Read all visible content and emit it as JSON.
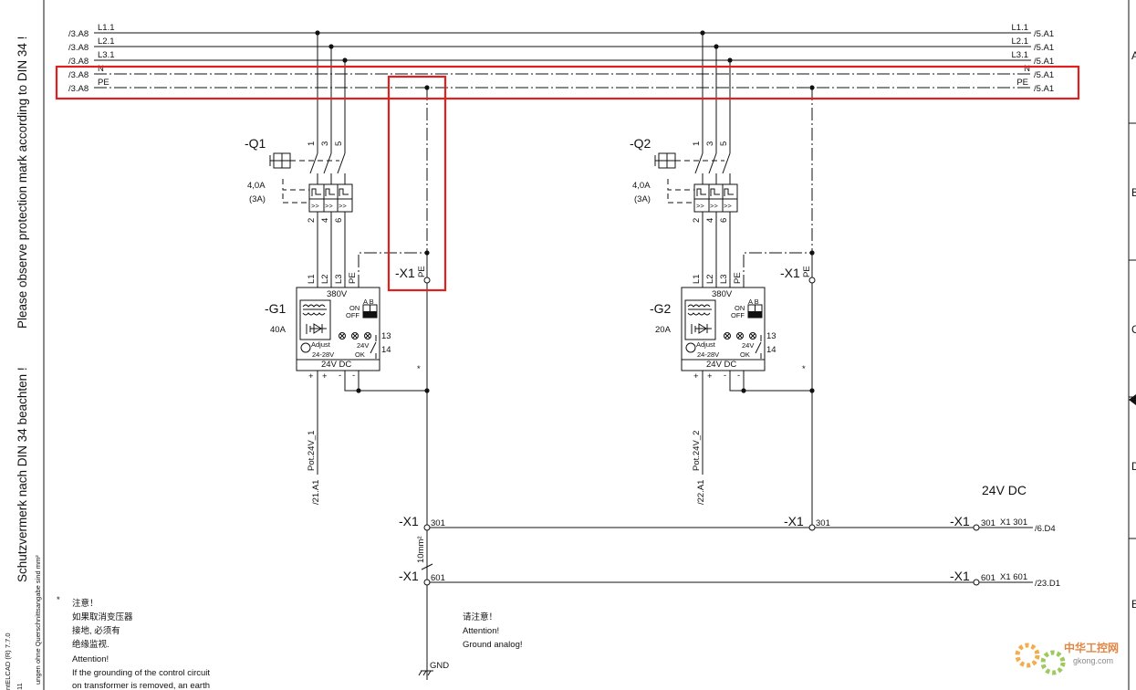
{
  "diagram": {
    "side_text": {
      "din_en": "Please observe protection mark according to DIN 34 !",
      "din_de": "Schutzvermerk nach DIN 34 beachten !",
      "cross_section_note": "ungen ohne Querschnittsangabe sind  mm²",
      "software": "ntELCAD (R) 7.7.0",
      "page_no": "11"
    },
    "right_margin_letters": [
      "A",
      "B",
      "C",
      "D",
      "E"
    ],
    "bus": {
      "lines": [
        {
          "left_ref": "/3.A8",
          "left_label": "L1.1",
          "right_label": "L1.1",
          "right_ref": "/5.A1"
        },
        {
          "left_ref": "/3.A8",
          "left_label": "L2.1",
          "right_label": "L2.1",
          "right_ref": "/5.A1"
        },
        {
          "left_ref": "/3.A8",
          "left_label": "L3.1",
          "right_label": "L3.1",
          "right_ref": "/5.A1"
        },
        {
          "left_ref": "/3.A8",
          "left_label": "N",
          "right_label": "N",
          "right_ref": "/5.A1"
        },
        {
          "left_ref": "/3.A8",
          "left_label": "PE",
          "right_label": "PE",
          "right_ref": "/5.A1"
        }
      ]
    },
    "units": [
      {
        "breaker_tag": "-Q1",
        "pins_top": [
          "1",
          "3",
          "5"
        ],
        "pins_bottom": [
          "2",
          "4",
          "6"
        ],
        "rating": "4,0A",
        "setting": "(3A)",
        "trip": ">>",
        "terminal_tag": "-X1",
        "terminal_pin": "PE",
        "supply_tag": "-G1",
        "supply_current": "40A",
        "supply_voltage": "380V",
        "supply_inputs": [
          "L1",
          "L2",
          "L3",
          "PE"
        ],
        "on": "ON",
        "off": "OFF",
        "ab": "A B",
        "adjust": "Adjust",
        "adjust_range": "24-28V",
        "ok_voltage": "24V",
        "ok": "OK",
        "contact_13": "13",
        "contact_14": "14",
        "output": "24V DC",
        "plus": "+",
        "minus": "-",
        "pot_label": "Pot.24V_1",
        "pot_ref": "/21.A1",
        "star": "*"
      },
      {
        "breaker_tag": "-Q2",
        "pins_top": [
          "1",
          "3",
          "5"
        ],
        "pins_bottom": [
          "2",
          "4",
          "6"
        ],
        "rating": "4,0A",
        "setting": "(3A)",
        "trip": ">>",
        "terminal_tag": "-X1",
        "terminal_pin": "PE",
        "supply_tag": "-G2",
        "supply_current": "20A",
        "supply_voltage": "380V",
        "supply_inputs": [
          "L1",
          "L2",
          "L3",
          "PE"
        ],
        "on": "ON",
        "off": "OFF",
        "ab": "A B",
        "adjust": "Adjust",
        "adjust_range": "24-28V",
        "ok_voltage": "24V",
        "ok": "OK",
        "contact_13": "13",
        "contact_14": "14",
        "output": "24V DC",
        "plus": "+",
        "minus": "-",
        "pot_label": "Pot.24V_2",
        "pot_ref": "/22.A1",
        "star": "*"
      }
    ],
    "output_bus": {
      "title": "24V DC",
      "row_301": {
        "tag_left": "-X1",
        "pin_left": "301",
        "tag_mid": "-X1",
        "pin_mid": "301",
        "tag_right": "-X1",
        "pin_right": "301",
        "right_text": "X1 301",
        "ref": "/6.D4"
      },
      "row_601": {
        "tag_left": "-X1",
        "pin_left": "601",
        "tag_right": "-X1",
        "pin_right": "601",
        "right_text": "X1 601",
        "ref": "/23.D1"
      },
      "wire_size": "10mm²",
      "gnd": "GND"
    },
    "notes": {
      "left_star": "*",
      "left": [
        "注意！",
        "如果取消变压器",
        "接地, 必须有",
        "绝缘监视.",
        "Attention!",
        "If the grounding of the control circuit",
        "on transformer is removed, an earth"
      ],
      "right": [
        "请注意！",
        "Attention!",
        "Ground analog!"
      ]
    },
    "watermark": {
      "title": "中华工控网",
      "site": "gkong.com"
    },
    "colors": {
      "line": "#111111",
      "highlight": "#e0201c",
      "background": "#ffffff"
    }
  }
}
